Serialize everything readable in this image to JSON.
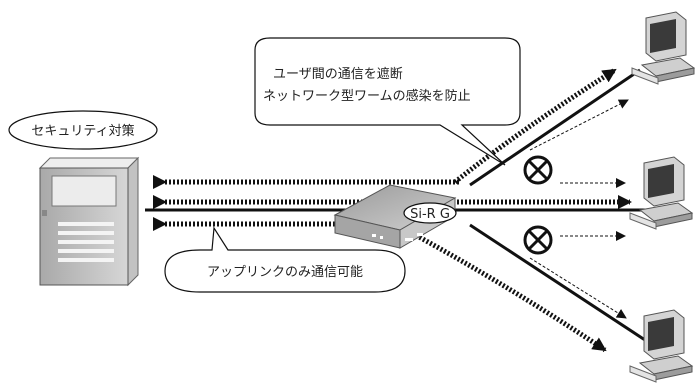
{
  "labels": {
    "security_policy": "セキュリティ対策",
    "isolation_line1": "ユーザ間の通信を遮断",
    "isolation_line2": "ネットワーク型ワームの感染を防止",
    "uplink_only": "アップリンクのみ通信可能",
    "router": "Si-R G"
  },
  "colors": {
    "line": "#111111",
    "device_light": "#d8d8d8",
    "device_dark": "#7a7a7a",
    "blocked_symbol": "#111111"
  },
  "icons": {
    "server": "server-icon",
    "router": "router-icon",
    "terminal": "computer-terminal-icon",
    "blocked": "blocked-cross-icon"
  }
}
